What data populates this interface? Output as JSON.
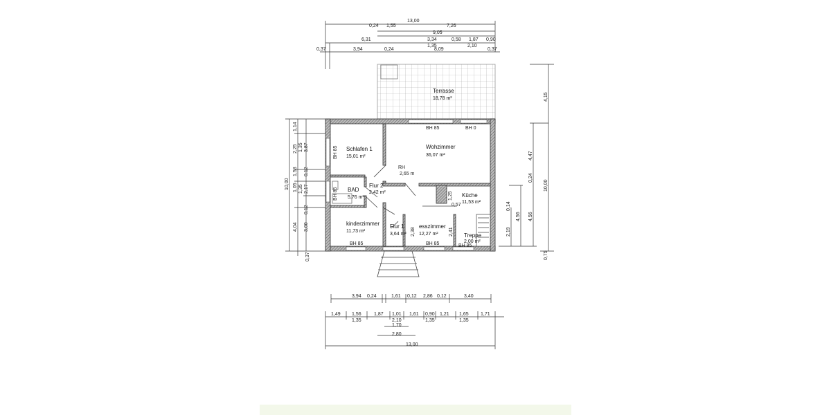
{
  "plan": {
    "rooms": {
      "terrasse": {
        "name": "Terrasse",
        "area": "18,78 m²"
      },
      "wohnzimmer": {
        "name": "Wohzimmer",
        "area": "36,07 m²"
      },
      "schlafen": {
        "name": "Schlafen 1",
        "area": "15,01 m²"
      },
      "bad": {
        "name": "BAD",
        "area": "5,76 m²"
      },
      "flur2": {
        "name": "Flur 2",
        "area": "2,42 m²"
      },
      "kueche": {
        "name": "Küche",
        "area": "11,53 m²"
      },
      "kinderzimmer": {
        "name": "kinderzimmer",
        "area": "11,73 m²"
      },
      "flur1": {
        "name": "Flur 1",
        "area": "3,64 m²"
      },
      "esszimmer": {
        "name": "esszimmer",
        "area": "12,27 m²"
      },
      "treppe": {
        "name": "Treppe",
        "area": "2,00 m²"
      }
    },
    "annotations": {
      "bh85_top": "BH 85",
      "bh0_top": "BH 0",
      "bh85_schlafen": "BH 85",
      "bh85_bad": "BH 85",
      "bh85_kinder": "BH 85",
      "bh85_ess": "BH 85",
      "bh85_treppe": "BH 85",
      "rh": "RH",
      "rh_value": "2,65 m",
      "kueche_125": "1,25",
      "kueche_057": "0,57",
      "flur1_238": "2,38",
      "ess_241": "2,41"
    },
    "top_dims": {
      "r1": [
        "13,00"
      ],
      "r2": [
        "0,24",
        "1,55",
        "7,26"
      ],
      "r3": [
        "9,05"
      ],
      "r4": [
        "6,31",
        "3,34",
        "0,58",
        "1,87",
        "0,90"
      ],
      "r4b": [
        "1,35",
        "2,10"
      ],
      "r5": [
        "0,37",
        "3,94",
        "0,24",
        "8,09",
        "0,37"
      ]
    },
    "left_dims": {
      "outer": [
        "10,00"
      ],
      "c1": [
        "1,14",
        "2,25",
        "1,53",
        "1,05",
        "4,04",
        "0,37"
      ],
      "c2": [
        "1,35",
        "3,87",
        "0,12",
        "1,35",
        "2,17",
        "0,12",
        "3,00"
      ]
    },
    "right_dims": {
      "a": [
        "2,19",
        "0,14"
      ],
      "b": [
        "4,56"
      ],
      "c": [
        "4,56",
        "0,24",
        "4,47"
      ],
      "d": [
        "4,15",
        "10,00",
        "0,75"
      ]
    },
    "bottom_dims": {
      "r1": [
        "3,94",
        "0,24",
        "1,61",
        "0,12",
        "2,86",
        "0,12",
        "3,40"
      ],
      "r2": [
        "1,49",
        "1,56",
        "1,87",
        "1,01",
        "1,61",
        "0,90",
        "1,21",
        "1,65",
        "1,71"
      ],
      "r2b": [
        "1,35",
        "2,10",
        "1,35",
        "1,35"
      ],
      "r3": [
        "1,70"
      ],
      "r4": [
        "2,80"
      ],
      "total": [
        "13,00"
      ]
    }
  }
}
